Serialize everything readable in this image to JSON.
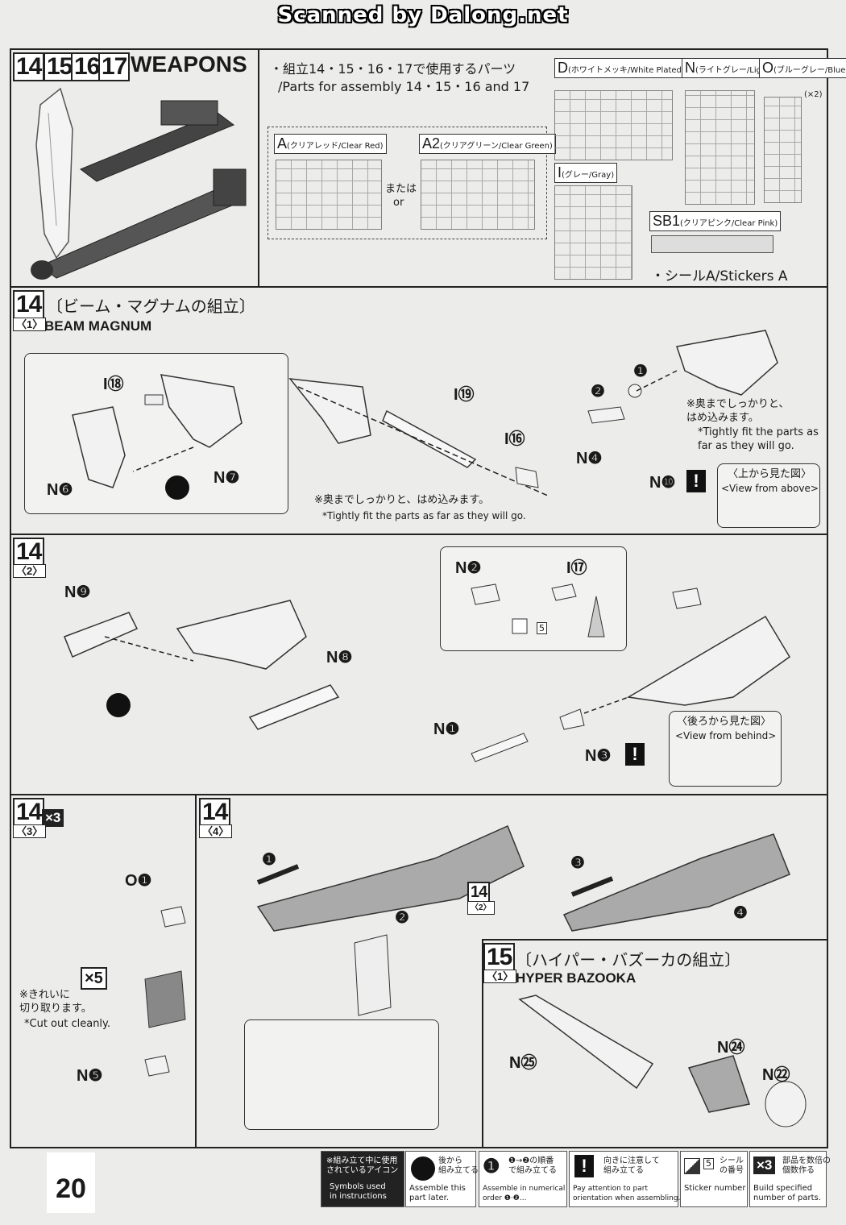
{
  "header": {
    "scan_credit": "Scanned by Dalong.net"
  },
  "weapons": {
    "steps": [
      "14",
      "15",
      "16",
      "17"
    ],
    "title": "WEAPONS",
    "parts_jp": "・組立14・15・16・17で使用するパーツ",
    "parts_en": "/Parts for assembly 14・15・16 and 17",
    "runner_a": {
      "letter": "A",
      "desc": "(クリアレッド/Clear Red)"
    },
    "runner_a2": {
      "letter": "A2",
      "desc": "(クリアグリーン/Clear Green)"
    },
    "or_jp": "または",
    "or_en": "or",
    "runner_d": {
      "letter": "D",
      "desc": "(ホワイトメッキ/White Plated)"
    },
    "runner_n": {
      "letter": "N",
      "desc": "(ライトグレー/Light Gray)"
    },
    "runner_o": {
      "letter": "O",
      "desc": "(ブルーグレー/Blue Gray)",
      "count": "(×2)"
    },
    "runner_i": {
      "letter": "I",
      "desc": "(グレー/Gray)"
    },
    "runner_sb1": {
      "letter": "SB1",
      "desc": "(クリアピンク/Clear Pink)"
    },
    "stickers": "・シールA/Stickers A"
  },
  "step14_1": {
    "num": "14",
    "sub": "〈1〉",
    "title_jp": "〔ビーム・マグナムの組立〕",
    "title_en": "BEAM MAGNUM",
    "labels": {
      "i18": "I⑱",
      "n6": "N❻",
      "n7": "N❼",
      "i19": "I⑲",
      "i16": "I⑯",
      "n4": "N❹",
      "n10": "N❿",
      "s1": "❶",
      "s2": "❷"
    },
    "note1_jp": "※奥までしっかりと、はめ込みます。",
    "note1_en": "*Tightly fit the parts as far as they will go.",
    "note2_jp": "※奥までしっかりと、\nはめ込みます。",
    "note2_en": "*Tightly fit the parts as\nfar as they will go.",
    "view_jp": "〈上から見た図〉",
    "view_en": "<View from above>"
  },
  "step14_2": {
    "num": "14",
    "sub": "〈2〉",
    "labels": {
      "n9": "N❾",
      "n8": "N❽",
      "n2": "N❷",
      "i17": "I⑰",
      "n1": "N❶",
      "n3": "N❸",
      "sticker": "5"
    },
    "view_jp": "〈後ろから見た図〉",
    "view_en": "<View from behind>"
  },
  "step14_3": {
    "num": "14",
    "sub": "〈3〉",
    "mult": "×3",
    "labels": {
      "o1": "O❶",
      "x5": "×5",
      "n5": "N❺"
    },
    "note_jp": "※きれいに\n切り取ります。",
    "note_en": "*Cut out cleanly."
  },
  "step14_4": {
    "num": "14",
    "sub": "〈4〉",
    "labels": {
      "s1": "❶",
      "s2": "❷",
      "s3": "❸",
      "s4": "❹",
      "ref_num": "14",
      "ref_sub": "〈2〉"
    }
  },
  "step15_1": {
    "num": "15",
    "sub": "〈1〉",
    "title_jp": "〔ハイパー・バズーカの組立〕",
    "title_en": "HYPER BAZOOKA",
    "labels": {
      "n25": "N㉕",
      "n24": "N㉔",
      "n22": "N㉒"
    }
  },
  "footer": {
    "page": "20",
    "legend": [
      {
        "jp": "※組み立て中に使用\nされているアイコン",
        "en": "Symbols used\nin instructions"
      },
      {
        "jp": "後から\n組み立てる",
        "en": "Assemble this\npart later."
      },
      {
        "jp": "❶→❷の順番\nで組み立てる",
        "en": "Assemble in numerical\norder ❶·❷..."
      },
      {
        "jp": "向きに注意して\n組み立てる",
        "en": "Pay attention to part\norientation when assembling."
      },
      {
        "jp": "シール\nの番号",
        "en": "Sticker number",
        "num": "5"
      },
      {
        "jp": "部品を数倍の\n個数作る",
        "en": "Build specified\nnumber of parts.",
        "mult": "×3"
      }
    ]
  }
}
